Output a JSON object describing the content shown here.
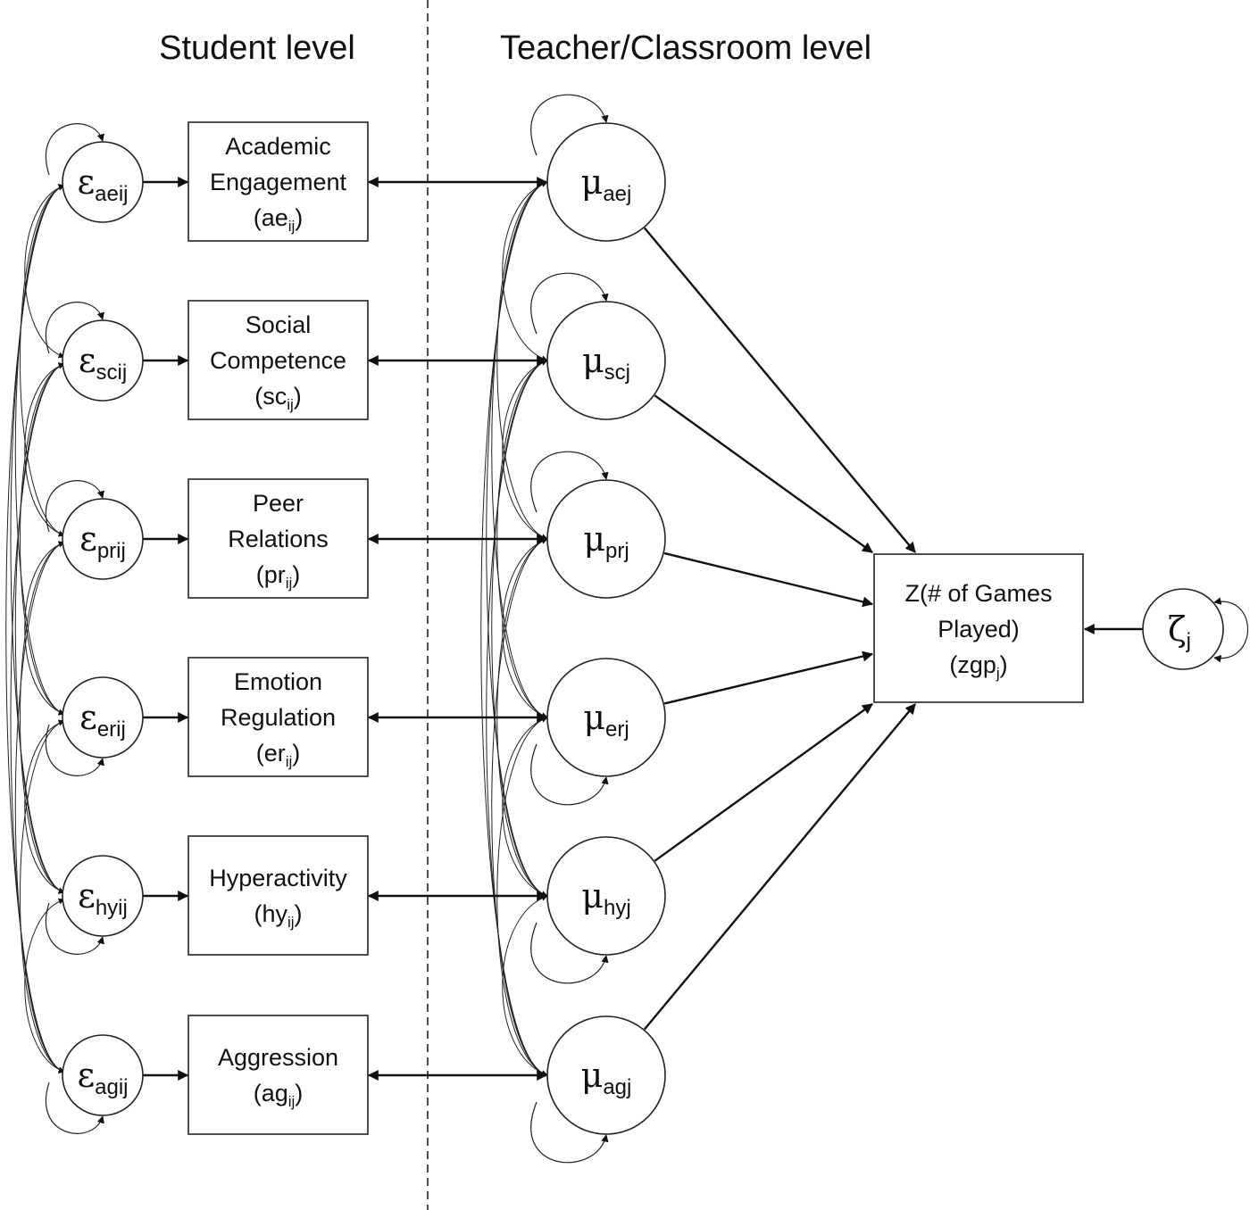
{
  "levels": {
    "student": "Student level",
    "teacher": "Teacher/Classroom level"
  },
  "student_errors": [
    {
      "symbol": "ε",
      "sub": "aeij"
    },
    {
      "symbol": "ε",
      "sub": "scij"
    },
    {
      "symbol": "ε",
      "sub": "prij"
    },
    {
      "symbol": "ε",
      "sub": "erij"
    },
    {
      "symbol": "ε",
      "sub": "hyij"
    },
    {
      "symbol": "ε",
      "sub": "agij"
    }
  ],
  "indicators": [
    {
      "lines": [
        "Academic",
        "Engagement"
      ],
      "abbr": "ae",
      "sub": "ij"
    },
    {
      "lines": [
        "Social",
        "Competence"
      ],
      "abbr": "sc",
      "sub": "ij"
    },
    {
      "lines": [
        "Peer",
        "Relations"
      ],
      "abbr": "pr",
      "sub": "ij"
    },
    {
      "lines": [
        "Emotion",
        "Regulation"
      ],
      "abbr": "er",
      "sub": "ij"
    },
    {
      "lines": [
        "Hyperactivity"
      ],
      "abbr": "hy",
      "sub": "ij"
    },
    {
      "lines": [
        "Aggression"
      ],
      "abbr": "ag",
      "sub": "ij"
    }
  ],
  "teacher_factors": [
    {
      "symbol": "μ",
      "sub": "aej"
    },
    {
      "symbol": "μ",
      "sub": "scj"
    },
    {
      "symbol": "μ",
      "sub": "prj"
    },
    {
      "symbol": "μ",
      "sub": "erj"
    },
    {
      "symbol": "μ",
      "sub": "hyj"
    },
    {
      "symbol": "μ",
      "sub": "agj"
    }
  ],
  "outcome": {
    "lines": [
      "Z(# of Games",
      "Played)"
    ],
    "abbr": "zgp",
    "sub": "j"
  },
  "residual": {
    "symbol": "ζ",
    "sub": "j"
  }
}
